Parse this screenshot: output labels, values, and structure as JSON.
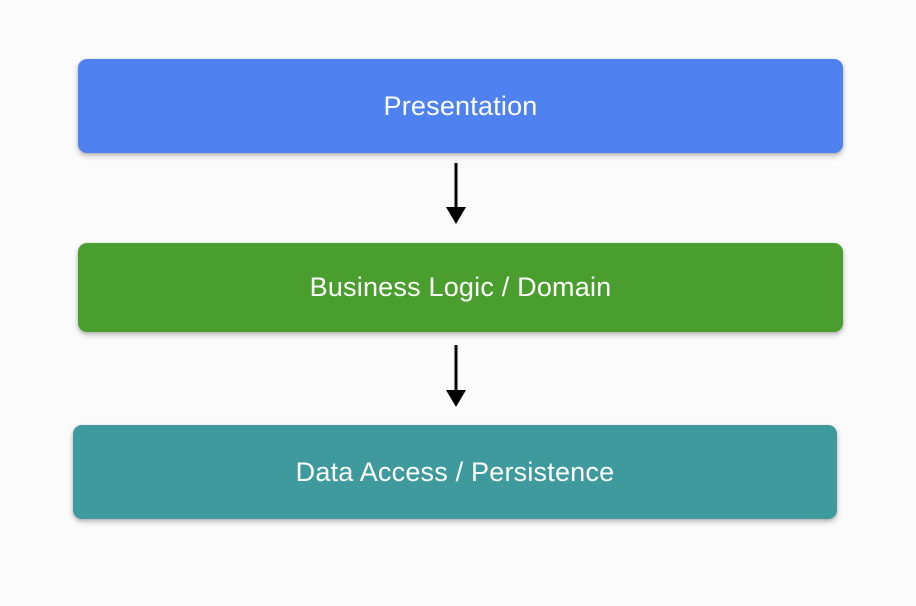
{
  "diagram": {
    "type": "layered-architecture-flow",
    "background_color": "#fbfbfb",
    "orientation": "vertical-top-down",
    "layers": [
      {
        "id": "presentation",
        "label": "Presentation",
        "color": "#4f81f0",
        "text_color": "#ffffff"
      },
      {
        "id": "business-logic",
        "label": "Business Logic / Domain",
        "color": "#4a9e2e",
        "text_color": "#ffffff"
      },
      {
        "id": "data-access",
        "label": "Data Access / Persistence",
        "color": "#3f9a9e",
        "text_color": "#ffffff"
      }
    ],
    "connectors": [
      {
        "id": "presentation-to-business",
        "icon": "arrow-down-icon",
        "from": "presentation",
        "to": "business-logic",
        "color": "#000000"
      },
      {
        "id": "business-to-data",
        "icon": "arrow-down-icon",
        "from": "business-logic",
        "to": "data-access",
        "color": "#000000"
      }
    ]
  }
}
